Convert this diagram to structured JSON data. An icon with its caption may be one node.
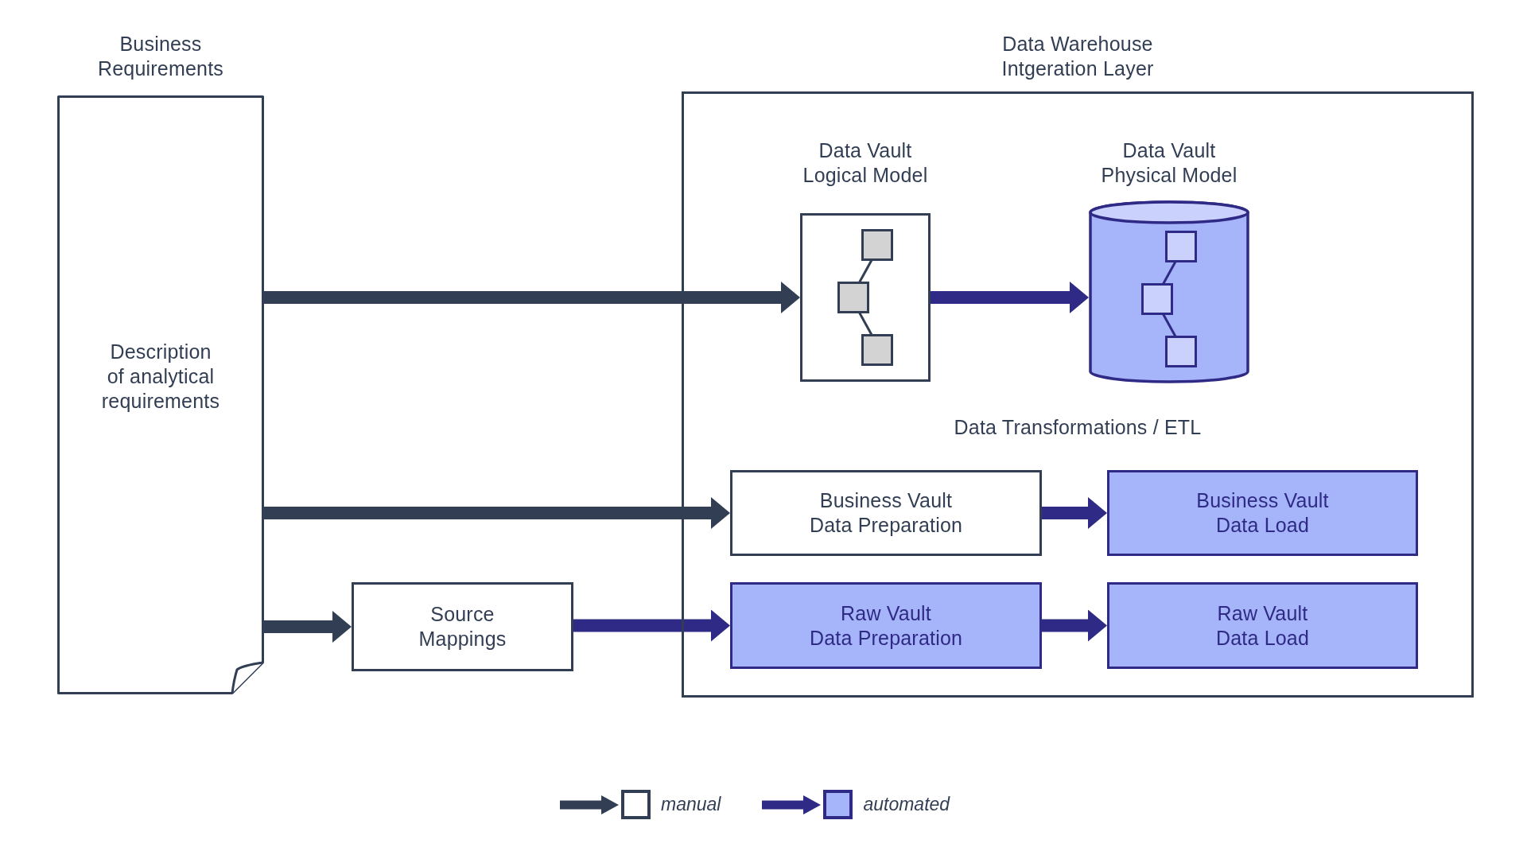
{
  "diagram": {
    "nodes": [
      {
        "text": [
          "Business Requirements",
          "Description of analytical requirements"
        ]
      },
      {
        "text": [
          "Data Warehouse Intgeration Layer",
          "Data Transformations / ETL"
        ]
      },
      {
        "text": [
          "Data Vault Logical Model"
        ],
        "in": 1
      },
      {
        "text": [
          "Data Vault Physical Model"
        ],
        "in": 1
      },
      {
        "text": [
          "Business Vault Data Preparation"
        ],
        "in": 1
      },
      {
        "text": [
          "Business Vault Data Load"
        ],
        "in": 1
      },
      {
        "text": [
          "Source Mappings"
        ]
      },
      {
        "text": [
          "Raw Vault Data Preparation"
        ],
        "in": 1
      },
      {
        "text": [
          "Raw Vault Data Load"
        ],
        "in": 1
      }
    ],
    "edges": [
      {
        "from": 0,
        "to": 2,
        "arrow": "to",
        "color": "#323e54"
      },
      {
        "from": 2,
        "to": 3,
        "arrow": "to"
      },
      {
        "from": 0,
        "to": 4,
        "arrow": "to",
        "color": "#323e54"
      },
      {
        "from": 4,
        "to": 5,
        "arrow": "to"
      },
      {
        "from": 0,
        "to": 6,
        "arrow": "to",
        "color": "#323e54"
      },
      {
        "from": 6,
        "to": 7,
        "arrow": "to"
      },
      {
        "from": 7,
        "to": 8,
        "arrow": "to"
      }
    ],
    "legend": [
      {
        "text": "manual",
        "color": "#ffffff"
      },
      {
        "text": "automated",
        "color": "#a6b4fa"
      }
    ]
  }
}
